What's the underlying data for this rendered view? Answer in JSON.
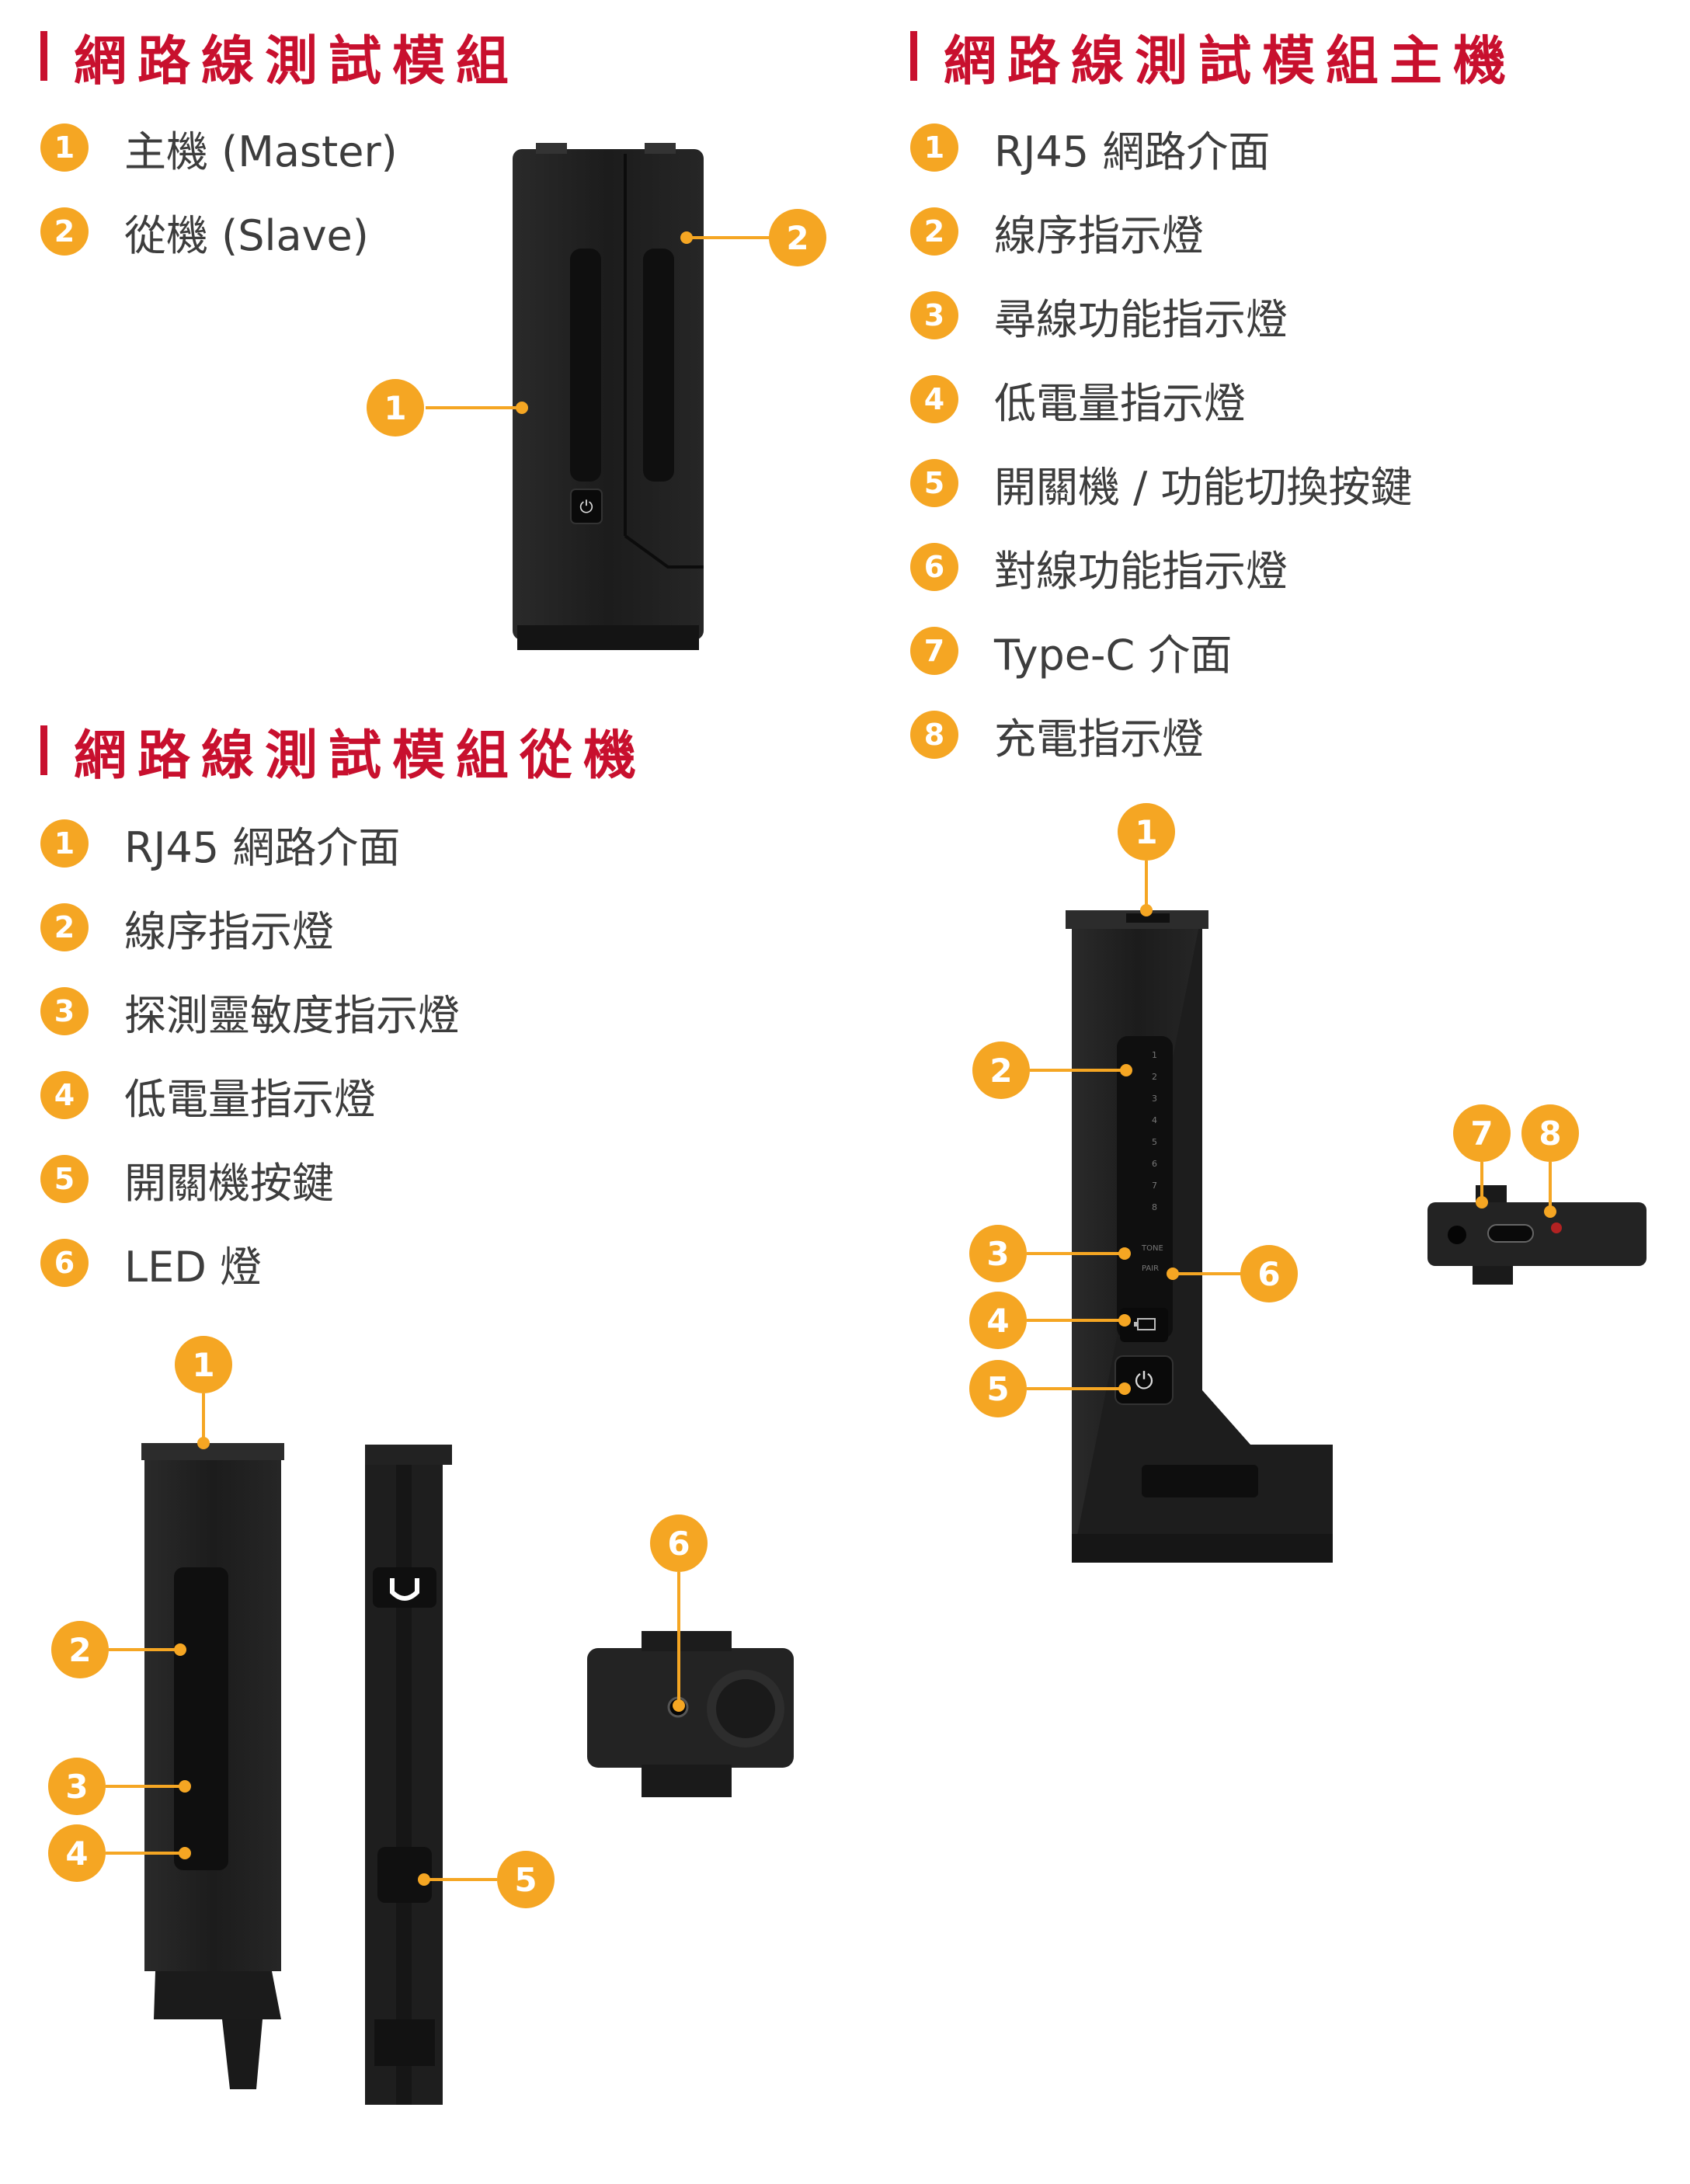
{
  "modules": {
    "title": "網路線測試模組",
    "items": [
      {
        "num": "1",
        "label": "主機 (Master)"
      },
      {
        "num": "2",
        "label": "從機 (Slave)"
      }
    ]
  },
  "master": {
    "title": "網路線測試模組主機",
    "items": [
      {
        "num": "1",
        "label": "RJ45 網路介面"
      },
      {
        "num": "2",
        "label": "線序指示燈"
      },
      {
        "num": "3",
        "label": "尋線功能指示燈"
      },
      {
        "num": "4",
        "label": "低電量指示燈"
      },
      {
        "num": "5",
        "label": "開關機 / 功能切換按鍵"
      },
      {
        "num": "6",
        "label": "對線功能指示燈"
      },
      {
        "num": "7",
        "label": "Type-C 介面"
      },
      {
        "num": "8",
        "label": "充電指示燈"
      }
    ]
  },
  "slave": {
    "title": "網路線測試模組從機",
    "items": [
      {
        "num": "1",
        "label": "RJ45 網路介面"
      },
      {
        "num": "2",
        "label": "線序指示燈"
      },
      {
        "num": "3",
        "label": "探測靈敏度指示燈"
      },
      {
        "num": "4",
        "label": "低電量指示燈"
      },
      {
        "num": "5",
        "label": "開關機按鍵"
      },
      {
        "num": "6",
        "label": "LED 燈"
      }
    ]
  },
  "device_labels": {
    "led_numbers": [
      "1",
      "2",
      "3",
      "4",
      "5",
      "6",
      "7",
      "8"
    ],
    "tone": "TONE",
    "pair": "PAIR",
    "power_symbol": "⏻"
  },
  "colors": {
    "accent_red": "#c8102e",
    "badge_orange": "#f5a623",
    "device_body": "#1f1f1f",
    "device_panel": "#101010"
  },
  "icons": [
    "power-icon",
    "battery-icon",
    "usb-c-port-icon",
    "magnet-logo-icon"
  ]
}
